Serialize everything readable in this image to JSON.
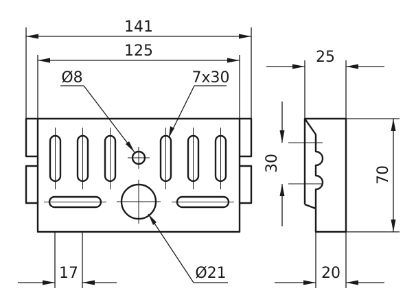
{
  "dimensions": {
    "overall_width": "141",
    "inner_width": "125",
    "small_hole": "Ø8",
    "slot_size": "7x30",
    "side_thickness_span": "25",
    "slot_spacing": "30",
    "height": "70",
    "slot_offset": "17",
    "large_hole": "Ø21",
    "side_flange": "20"
  }
}
